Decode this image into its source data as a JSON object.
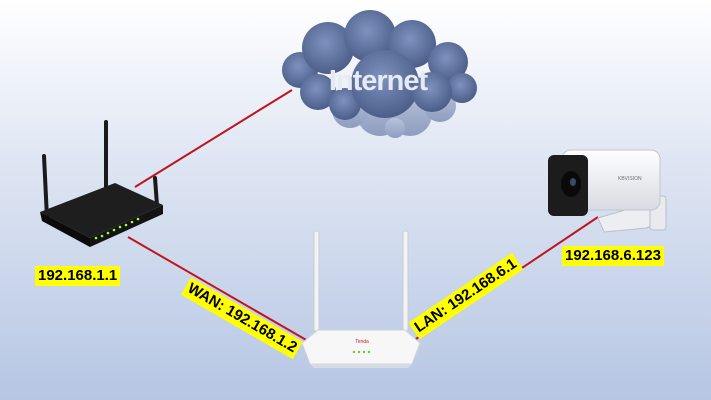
{
  "cloud": {
    "label": "Internet",
    "icon": "cloud-icon"
  },
  "devices": {
    "main_router": {
      "icon": "router-icon",
      "ip": "192.168.1.1"
    },
    "secondary_router": {
      "icon": "wifi-router-icon",
      "wan": "WAN: 192.168.1.2",
      "lan": "LAN: 192.168.6.1"
    },
    "camera": {
      "icon": "ip-camera-icon",
      "ip": "192.168.6.123"
    }
  },
  "colors": {
    "link": "#c0141e",
    "label_bg": "#ffff00",
    "cloud": "#5a6f99"
  }
}
